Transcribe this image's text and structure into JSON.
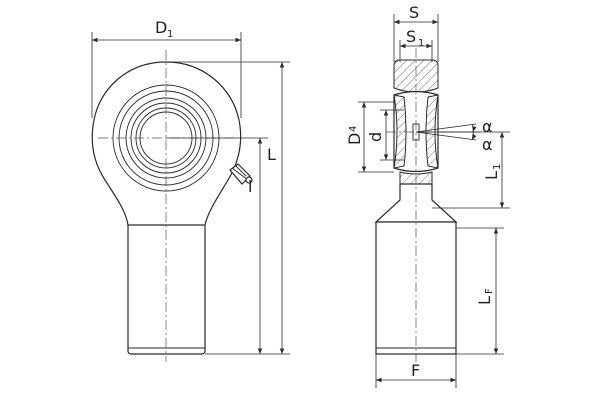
{
  "labels": {
    "d1": {
      "main": "D",
      "sub": "1"
    },
    "l": "L",
    "l_small": "l",
    "s": "S",
    "s1": {
      "main": "S",
      "sub": "1"
    },
    "d4": {
      "main": "D",
      "sub": "4"
    },
    "d": "d",
    "alpha_top": "α",
    "alpha_bottom": "α",
    "l1": {
      "main": "L",
      "sub": "1"
    },
    "lf": {
      "main": "L",
      "sub": "F"
    },
    "f": "F"
  },
  "colors": {
    "line": "#2a2a2a",
    "background": "#ffffff"
  }
}
